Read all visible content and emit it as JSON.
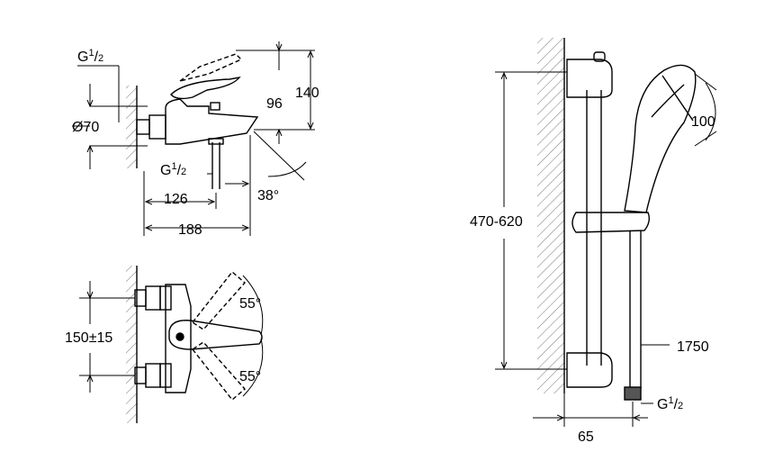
{
  "labels": {
    "g_top": "G",
    "g_top_frac_num": "1",
    "g_top_frac_den": "2",
    "d70": "Ø70",
    "d96": "96",
    "d140": "140",
    "g_mid": "G",
    "g_mid_frac_num": "1",
    "g_mid_frac_den": "2",
    "d126": "126",
    "d188": "188",
    "a38": "38°",
    "a55_top": "55°",
    "a55_bottom": "55°",
    "d150": "150±15",
    "d470": "470-620",
    "d100": "100",
    "d1750": "1750",
    "d65": "65",
    "g_right": "G",
    "g_right_frac_num": "1",
    "g_right_frac_den": "2"
  },
  "colors": {
    "line": "#000000",
    "hatch": "#888888"
  }
}
